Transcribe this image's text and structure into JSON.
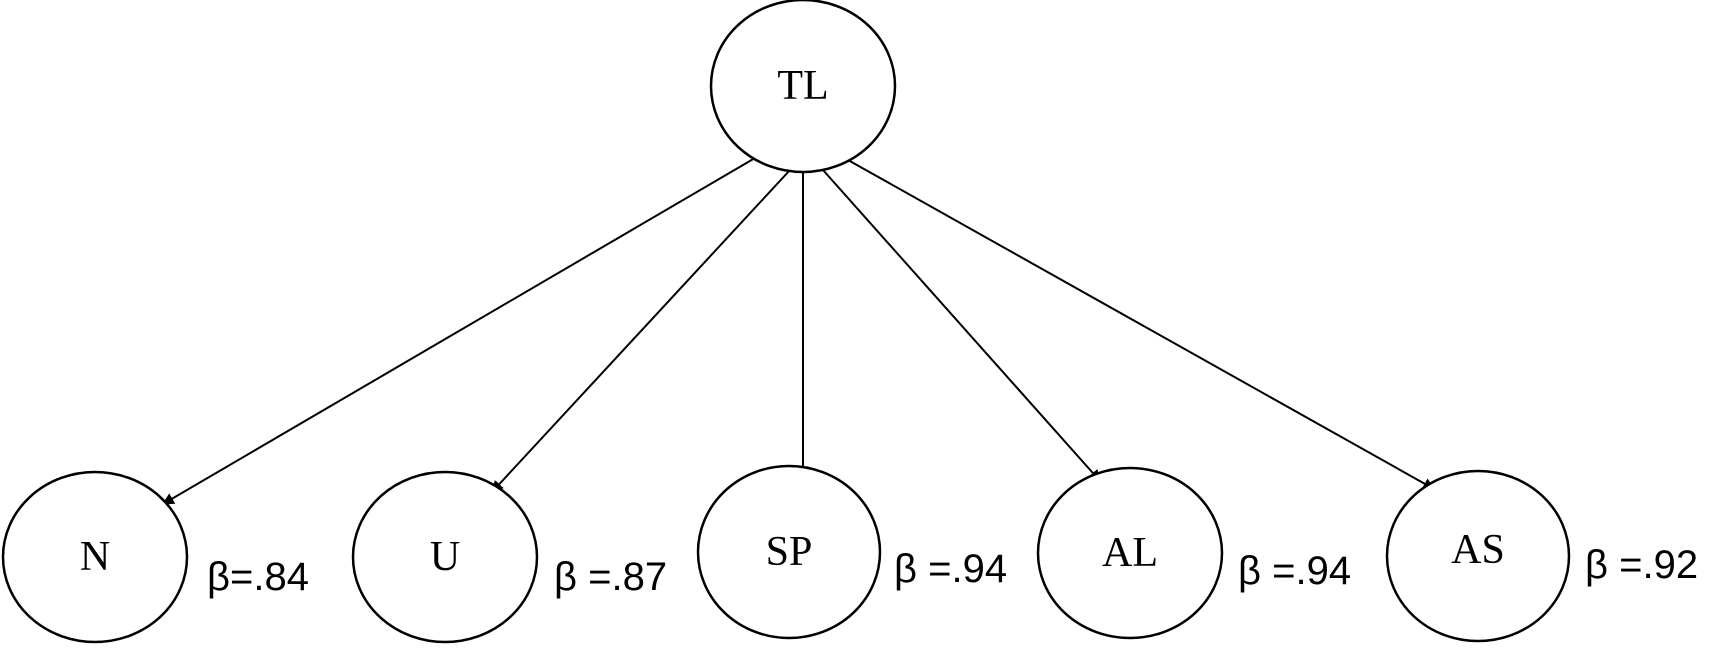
{
  "diagram": {
    "root": {
      "id": "TL",
      "label": "TL"
    },
    "children": [
      {
        "id": "N",
        "label": "N",
        "beta": "β=.84"
      },
      {
        "id": "U",
        "label": "U",
        "beta": "β =.87"
      },
      {
        "id": "SP",
        "label": "SP",
        "beta": "β =.94"
      },
      {
        "id": "AL",
        "label": "AL",
        "beta": "β =.94"
      },
      {
        "id": "AS",
        "label": "AS",
        "beta": "β =.92"
      }
    ],
    "colors": {
      "stroke": "#000000",
      "background": "#ffffff"
    }
  }
}
